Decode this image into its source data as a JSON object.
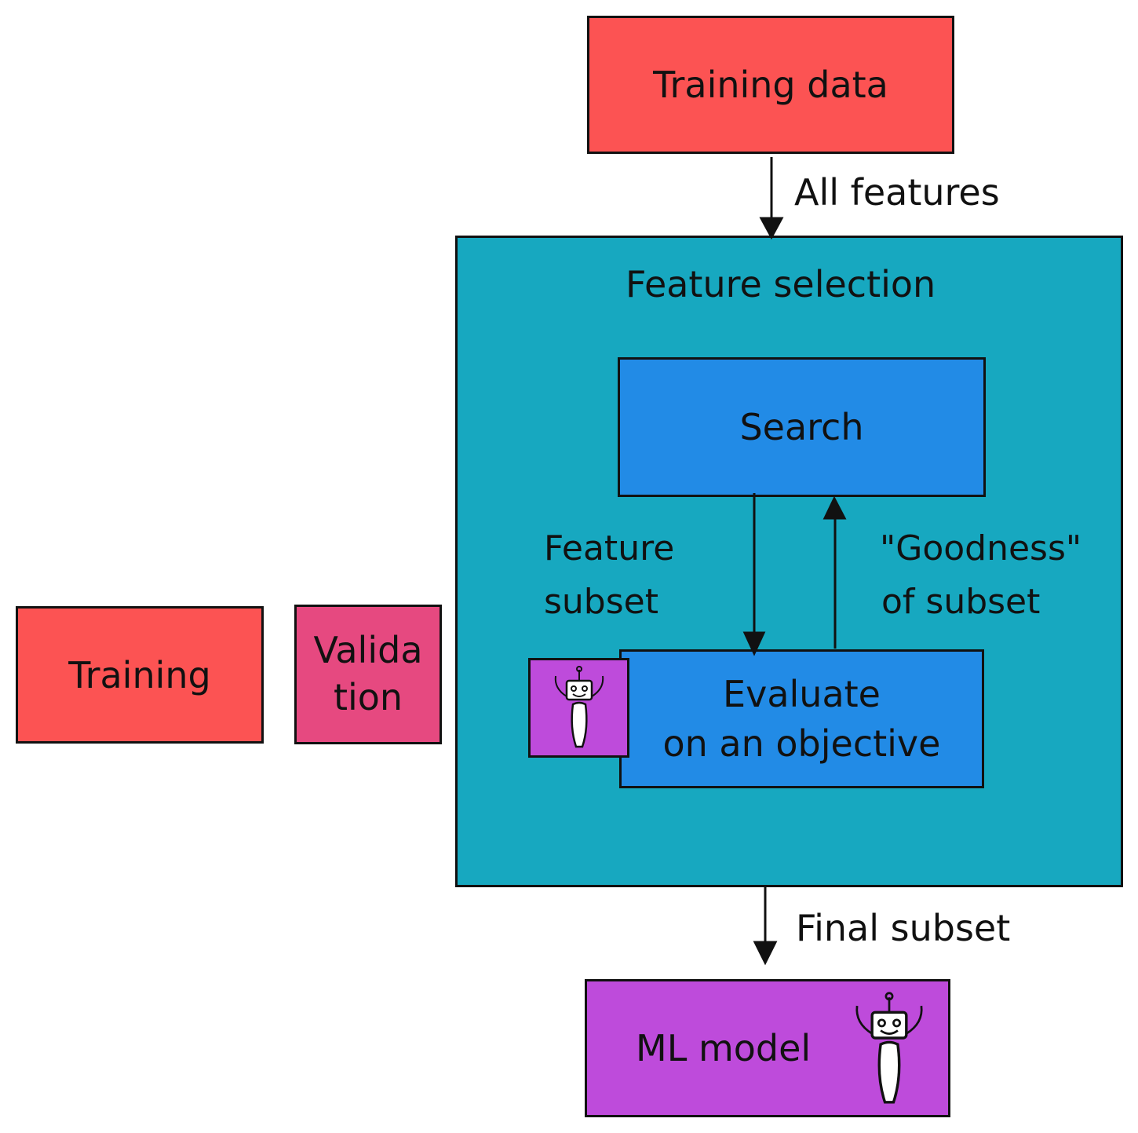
{
  "nodes": {
    "training_data": "Training data",
    "feature_selection": "Feature selection",
    "search": "Search",
    "evaluate_line1": "Evaluate",
    "evaluate_line2": "on an objective",
    "training": "Training",
    "validation_line1": "Valida",
    "validation_line2": "tion",
    "ml_model": "ML model"
  },
  "edges": {
    "all_features": "All features",
    "feature_subset_line1": "Feature",
    "feature_subset_line2": "subset",
    "goodness_line1": "\"Goodness\"",
    "goodness_line2": "of subset",
    "final_subset": "Final subset"
  },
  "colors": {
    "red": "#fc5353",
    "teal": "#17a8c0",
    "blue": "#228be6",
    "purple": "#be4bdb",
    "pink": "#e64980"
  },
  "icons": [
    "robot-icon"
  ]
}
